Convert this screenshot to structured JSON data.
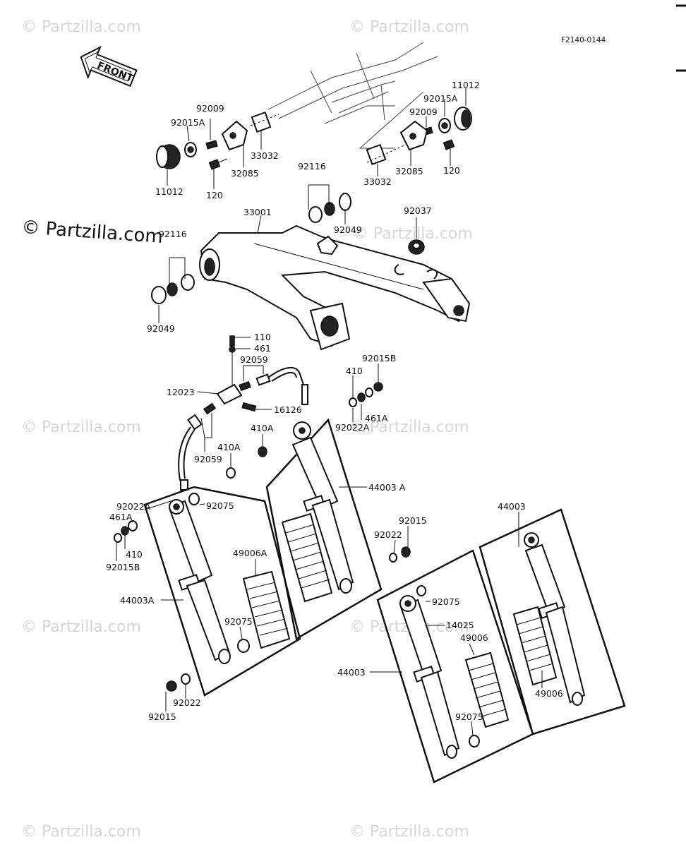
{
  "reference_code": "F2140-0144",
  "front_label": "FRONT",
  "watermark_main": "© Partzilla.com",
  "watermark_faint": "© Partzilla.com",
  "labels": {
    "p92009_l": "92009",
    "p92015A_l": "92015A",
    "p11012_l": "11012",
    "p120_l": "120",
    "p32085_l": "32085",
    "p33032_l": "33032",
    "p92009_r": "92009",
    "p92015A_r": "92015A",
    "p11012_r": "11012",
    "p120_r": "120",
    "p32085_r": "32085",
    "p33032_r": "33032",
    "p92116_t": "92116",
    "p92049_t": "92049",
    "p33001": "33001",
    "p92037": "92037",
    "p92116_l": "92116",
    "p92049_l": "92049",
    "p110": "110",
    "p461": "461",
    "p92059_t": "92059",
    "p12023": "12023",
    "p16126": "16126",
    "p92059_b": "92059",
    "p410A_l": "410A",
    "p410A_r": "410A",
    "p410": "410",
    "p92015B_r": "92015B",
    "p461A_r": "461A",
    "p92022A_r": "92022A",
    "p44003A_m": "44003 A",
    "p92022A_l": "92022A",
    "p92075_l": "92075",
    "p461A_l": "461A",
    "p410_l": "410",
    "p92015B_l": "92015B",
    "p49006A": "49006A",
    "p44003A_l": "44003A",
    "p92075_l2": "92075",
    "p92015_l": "92015",
    "p92022_l": "92022",
    "p92015_m": "92015",
    "p92022_m": "92022",
    "p92075_r": "92075",
    "p14025": "14025",
    "p49006_m": "49006",
    "p44003_m": "44003",
    "p92075_r2": "92075",
    "p44003_r": "44003",
    "p49006_r": "49006"
  }
}
